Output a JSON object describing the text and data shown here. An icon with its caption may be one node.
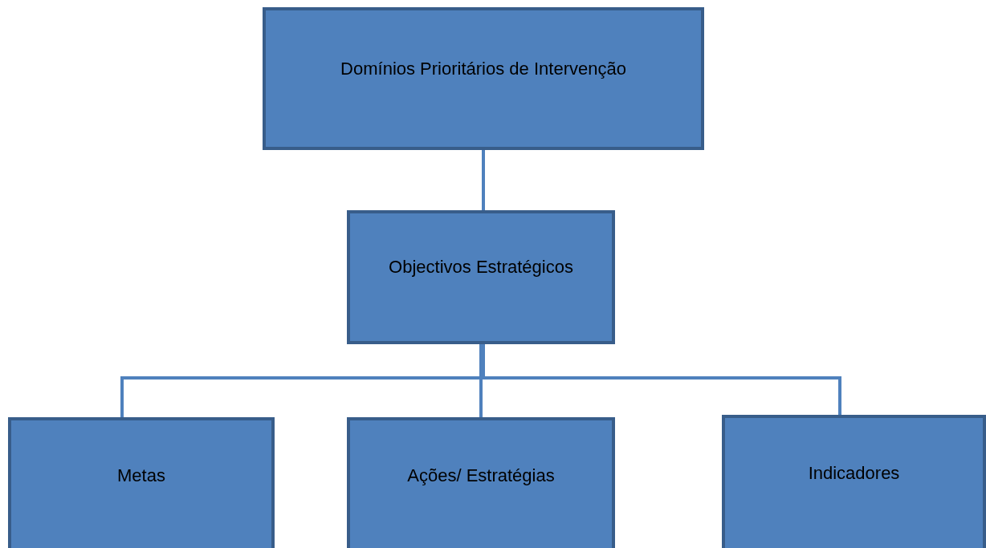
{
  "diagram": {
    "nodes": [
      {
        "text": [
          "Domínios Prioritários de Intervenção"
        ]
      },
      {
        "text": [
          "Objectivos Estratégicos"
        ]
      },
      {
        "text": [
          "Metas"
        ]
      },
      {
        "text": [
          "Ações/ Estratégias"
        ]
      },
      {
        "text": [
          "Indicadores"
        ]
      }
    ],
    "edges": [
      {
        "from": 0,
        "to": 1,
        "arrow": "none"
      },
      {
        "from": 1,
        "to": 2,
        "arrow": "none"
      },
      {
        "from": 1,
        "to": 3,
        "arrow": "none"
      },
      {
        "from": 1,
        "to": 4,
        "arrow": "none"
      }
    ]
  }
}
